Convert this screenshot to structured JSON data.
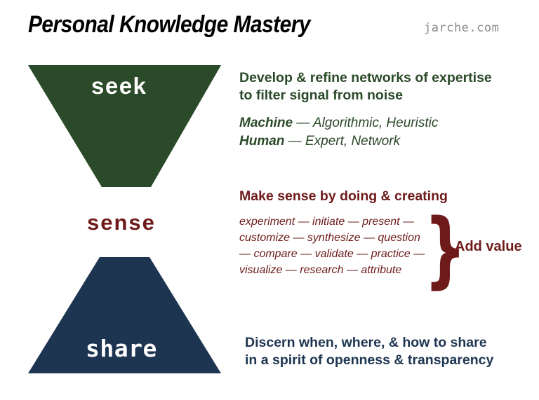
{
  "header": {
    "title": "Personal Knowledge Mastery",
    "credit": "jarche.com"
  },
  "colors": {
    "seek_green": "#2B4A29",
    "sense_red": "#6E1A1A",
    "share_blue": "#1E3551",
    "background": "#FFFFFF",
    "credit_gray": "#8A8A8A",
    "shape_text": "#FFFFFF"
  },
  "stages": {
    "seek": {
      "label": "seek",
      "shape": "inverted-trapezoid",
      "heading_lines": [
        "Develop & refine networks of expertise",
        "to filter signal from noise"
      ],
      "details": [
        {
          "term": "Machine",
          "dash": " — ",
          "value": "Algorithmic, Heuristic"
        },
        {
          "term": "Human",
          "dash": " — ",
          "value": "Expert, Network"
        }
      ]
    },
    "sense": {
      "label": "sense",
      "shape": "text-only",
      "heading_lines": [
        "Make sense by doing & creating"
      ],
      "verb_lines": [
        "experiment — initiate —  present —",
        "customize — synthesize — question",
        "— compare — validate — practice —",
        "visualize — research — attribute"
      ],
      "verbs": [
        "experiment",
        "initiate",
        "present",
        "customize",
        "synthesize",
        "question",
        "compare",
        "validate",
        "practice",
        "visualize",
        "research",
        "attribute"
      ],
      "brace_glyph": "}",
      "brace_label": "Add value"
    },
    "share": {
      "label": "share",
      "shape": "trapezoid",
      "heading_lines": [
        "Discern when, where, & how to share",
        "in a spirit of openness & transparency"
      ]
    }
  }
}
